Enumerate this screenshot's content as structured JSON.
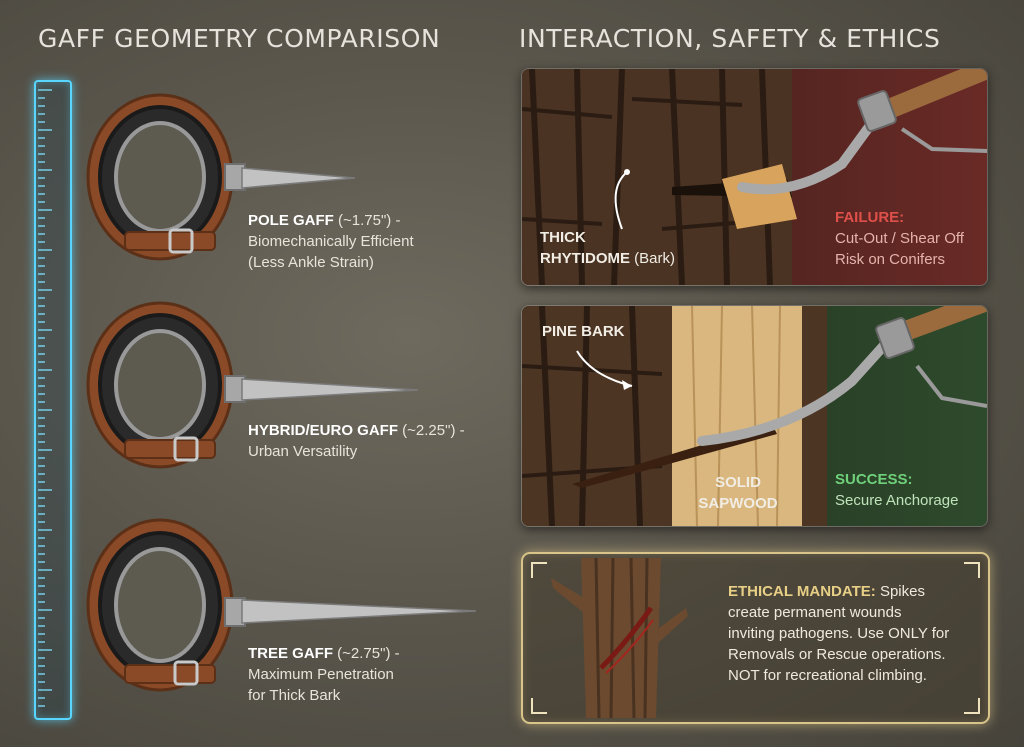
{
  "left_heading": "GAFF GEOMETRY COMPARISON",
  "right_heading": "INTERACTION, SAFETY & ETHICS",
  "gaffs": [
    {
      "name": "POLE GAFF",
      "length": "(~1.75\") -",
      "desc1": "Biomechanically Efficient",
      "desc2": "(Less Ankle Strain)"
    },
    {
      "name": "HYBRID/EURO GAFF",
      "length": "(~2.25\") -",
      "desc1": "Urban Versatility",
      "desc2": ""
    },
    {
      "name": "TREE GAFF",
      "length": "(~2.75\") -",
      "desc1": "Maximum Penetration",
      "desc2": "for Thick Bark"
    }
  ],
  "panel_failure": {
    "bark_label_bold1": "THICK",
    "bark_label_bold2": "RHYTIDOME",
    "bark_label_plain": "(Bark)",
    "status": "FAILURE:",
    "detail1": "Cut-Out / Shear Off",
    "detail2": "Risk on Conifers"
  },
  "panel_success": {
    "bark_label": "PINE BARK",
    "wood_label1": "SOLID",
    "wood_label2": "SAPWOOD",
    "status": "SUCCESS:",
    "detail": "Secure Anchorage"
  },
  "ethics": {
    "title": "ETHICAL MANDATE:",
    "line1_rest": "Spikes",
    "line2": "create permanent wounds",
    "line3": "inviting pathogens. Use ONLY for",
    "line4": "Removals or Rescue operations.",
    "line5": "NOT for recreational climbing."
  },
  "colors": {
    "ruler": "#58d6ff",
    "failure": "#e0504a",
    "success": "#6fd07a",
    "ethics_title": "#e8cf86",
    "ethics_border": "#d9c48a"
  }
}
